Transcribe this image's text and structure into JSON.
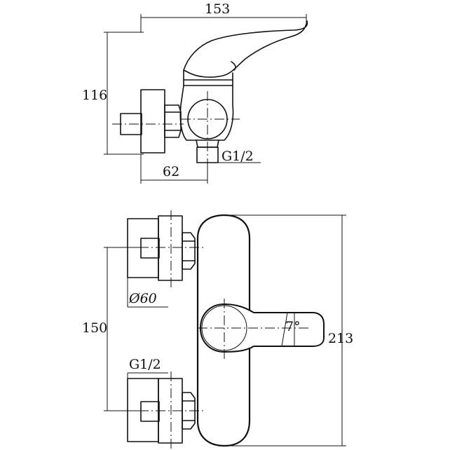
{
  "drawing": {
    "top_view": {
      "width_label": "153",
      "height_label": "116",
      "depth_label": "62",
      "thread_label": "G1/2"
    },
    "front_view": {
      "flange_diameter_label": "Ø60",
      "center_distance_label": "150",
      "height_label": "213",
      "thread_label": "G1/2",
      "angle_label": "7°"
    }
  }
}
